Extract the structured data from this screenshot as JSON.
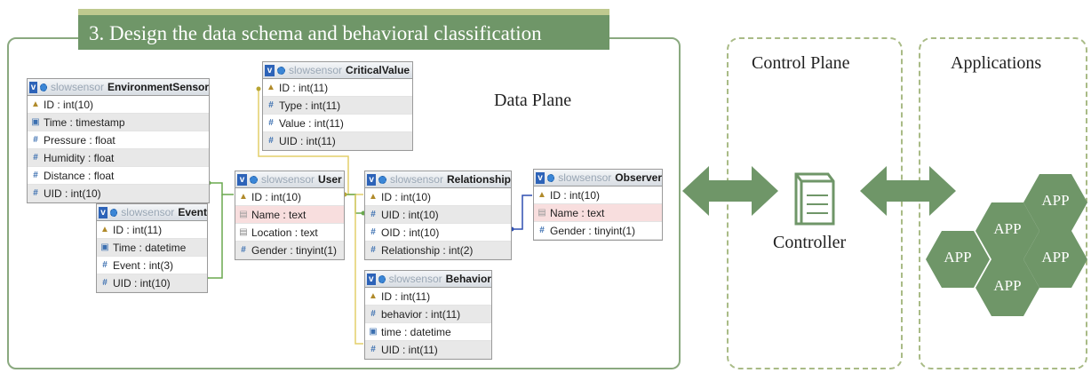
{
  "banner": {
    "title": "3. Design the data schema and behavioral classification"
  },
  "planes": {
    "data": "Data Plane",
    "control": "Control Plane",
    "applications": "Applications",
    "controller": "Controller"
  },
  "app_label": "APP",
  "tables": {
    "environment": {
      "db": "slowsensor",
      "name": "EnvironmentSensor",
      "rows": [
        {
          "label": "ID : int(10)"
        },
        {
          "label": "Time : timestamp"
        },
        {
          "label": "Pressure : float"
        },
        {
          "label": "Humidity : float"
        },
        {
          "label": "Distance : float"
        },
        {
          "label": "UID : int(10)"
        }
      ]
    },
    "event": {
      "db": "slowsensor",
      "name": "Event",
      "rows": [
        {
          "label": "ID : int(11)"
        },
        {
          "label": "Time : datetime"
        },
        {
          "label": "Event : int(3)"
        },
        {
          "label": "UID : int(10)"
        }
      ]
    },
    "critical": {
      "db": "slowsensor",
      "name": "CriticalValue",
      "rows": [
        {
          "label": "ID : int(11)"
        },
        {
          "label": "Type : int(11)"
        },
        {
          "label": "Value : int(11)"
        },
        {
          "label": "UID : int(11)"
        }
      ]
    },
    "user": {
      "db": "slowsensor",
      "name": "User",
      "rows": [
        {
          "label": "ID : int(10)"
        },
        {
          "label": "Name : text"
        },
        {
          "label": "Location : text"
        },
        {
          "label": "Gender : tinyint(1)"
        }
      ]
    },
    "relationship": {
      "db": "slowsensor",
      "name": "Relationship",
      "rows": [
        {
          "label": "ID : int(10)"
        },
        {
          "label": "UID : int(10)"
        },
        {
          "label": "OID : int(10)"
        },
        {
          "label": "Relationship : int(2)"
        }
      ]
    },
    "observer": {
      "db": "slowsensor",
      "name": "Observer",
      "rows": [
        {
          "label": "ID : int(10)"
        },
        {
          "label": "Name : text"
        },
        {
          "label": "Gender : tinyint(1)"
        }
      ]
    },
    "behavior": {
      "db": "slowsensor",
      "name": "Behavior",
      "rows": [
        {
          "label": "ID : int(11)"
        },
        {
          "label": "behavior : int(11)"
        },
        {
          "label": "time : datetime"
        },
        {
          "label": "UID : int(11)"
        }
      ]
    }
  },
  "colors": {
    "accent_green": "#6f9668",
    "banner_top": "#bfc98f",
    "panel_border": "#8aa97f"
  }
}
